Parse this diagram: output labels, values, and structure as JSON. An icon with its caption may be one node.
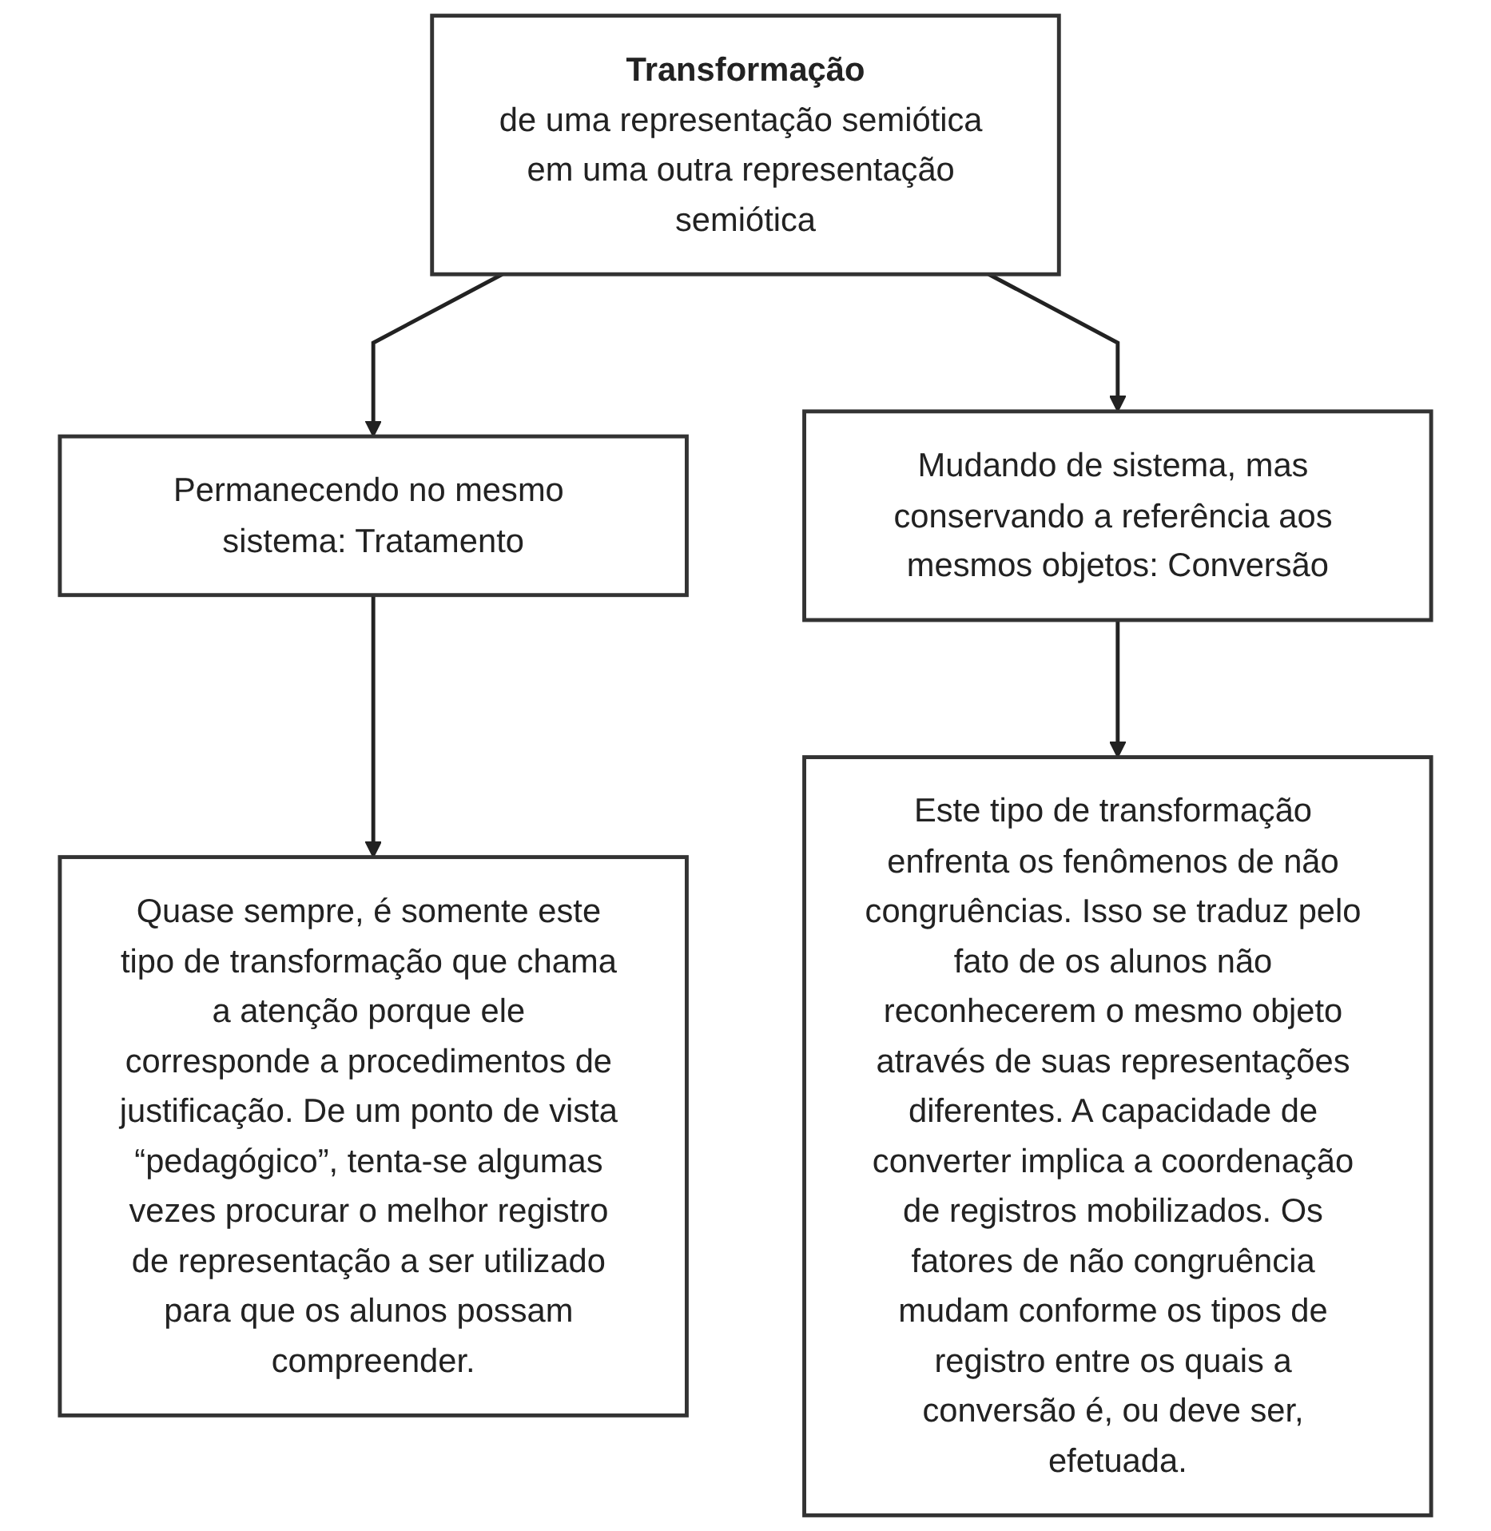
{
  "diagram": {
    "nodes": [
      {
        "text": [
          "Transformação",
          "de uma representação semiótica em uma outra representação semiótica"
        ]
      },
      {
        "text": [
          "Permanecendo no mesmo sistema: Tratamento"
        ]
      },
      {
        "text": [
          "Mudando de sistema, mas conservando a referência aos mesmos objetos: Conversão"
        ]
      },
      {
        "text": [
          "Quase sempre, é somente este tipo de transformação que chama a atenção porque ele corresponde a procedimentos de justificação. De um ponto de vista “pedagógico”, tenta-se algumas vezes procurar o melhor registro de representação a ser utilizado para que os alunos possam compreender."
        ]
      },
      {
        "text": [
          "Este tipo de transformação enfrenta os fenômenos de não congruências. Isso se traduz pelo fato de os alunos não reconhecerem o mesmo objeto através de suas representações diferentes. A capacidade de converter implica a coordenação de registros mobilizados. Os fatores de não congruência mudam conforme os tipos de registro entre os quais a conversão é, ou deve ser, efetuada."
        ]
      }
    ],
    "edges": [
      {
        "from": 0,
        "to": 1,
        "arrow": "to"
      },
      {
        "from": 0,
        "to": 2,
        "arrow": "to"
      },
      {
        "from": 1,
        "to": 3,
        "arrow": "to"
      },
      {
        "from": 2,
        "to": 4,
        "arrow": "to"
      }
    ]
  }
}
